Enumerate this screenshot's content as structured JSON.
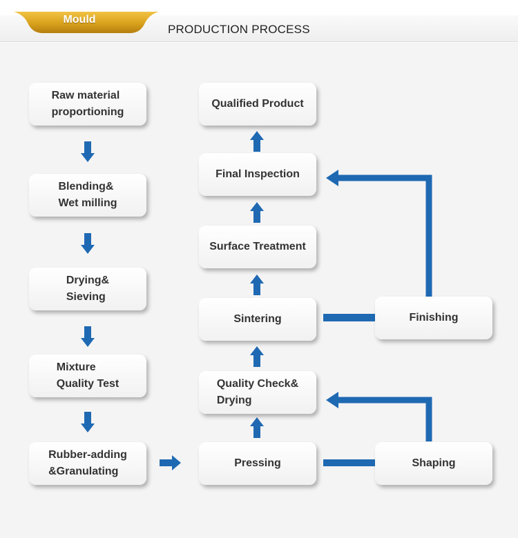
{
  "header": {
    "tab_label": "Mould",
    "title": "PRODUCTION PROCESS",
    "tab_color": "#d9a11c",
    "accent_blue": "#1f69b3"
  },
  "steps": {
    "raw_material": "Raw material\nproportioning",
    "blending": "Blending&\nWet milling",
    "drying_sieving": "Drying&\nSieving",
    "mixture_test": "Mixture\nQuality Test",
    "rubber_adding": "Rubber-adding\n&Granulating",
    "pressing": "Pressing",
    "shaping": "Shaping",
    "quality_check": "Quality Check&\nDrying",
    "sintering": "Sintering",
    "finishing": "Finishing",
    "surface_treatment": "Surface Treatment",
    "final_inspection": "Final Inspection",
    "qualified_product": "Qualified Product"
  }
}
